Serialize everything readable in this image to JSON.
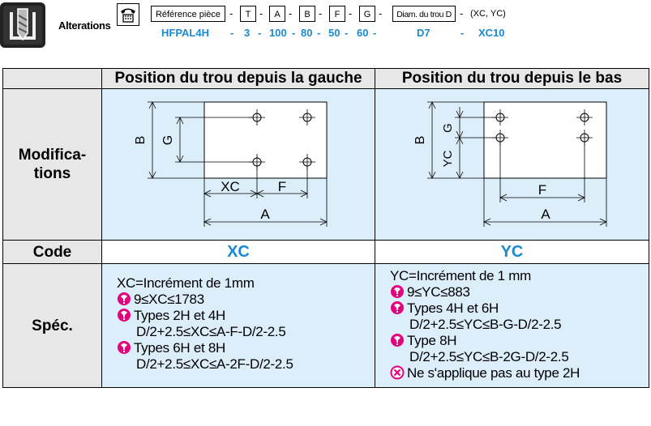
{
  "header": {
    "title": "Alterations",
    "code_labels": [
      "Référence pièce",
      "T",
      "A",
      "B",
      "F",
      "G",
      "Diam. du trou D",
      "(XC, YC)"
    ],
    "code_values": [
      "HFPAL4H",
      "3",
      "100",
      "80",
      "50",
      "60",
      "D7",
      "XC10"
    ]
  },
  "table": {
    "col_left": "Position du trou depuis la gauche",
    "col_right": "Position du trou depuis le bas",
    "row_modifications": "Modifica-\ntions",
    "row_code": "Code",
    "row_spec": "Spéc.",
    "code_left": "XC",
    "code_right": "YC",
    "drawing_left": {
      "labels": {
        "b": "B",
        "g": "G",
        "xc": "XC",
        "f": "F",
        "a": "A"
      }
    },
    "drawing_right": {
      "labels": {
        "b": "B",
        "g": "G",
        "yc": "YC",
        "f": "F",
        "a": "A"
      }
    },
    "spec_left": {
      "line1": "XC=Incrément de 1mm",
      "line2": "9≤XC≤1783",
      "line3": "Types 2H et 4H",
      "line4": "D/2+2.5≤XC≤A-F-D/2-2.5",
      "line5": "Types 6H et 8H",
      "line6": "D/2+2.5≤XC≤A-2F-D/2-2.5"
    },
    "spec_right": {
      "line1": "YC=Incrément de 1 mm",
      "line2": "9≤YC≤883",
      "line3": "Types 4H et 6H",
      "line4": "D/2+2.5≤YC≤B-G-D/2-2.5",
      "line5": "Type 8H",
      "line6": "D/2+2.5≤YC≤B-2G-D/2-2.5",
      "line7": "Ne s'applique pas au type 2H"
    }
  }
}
